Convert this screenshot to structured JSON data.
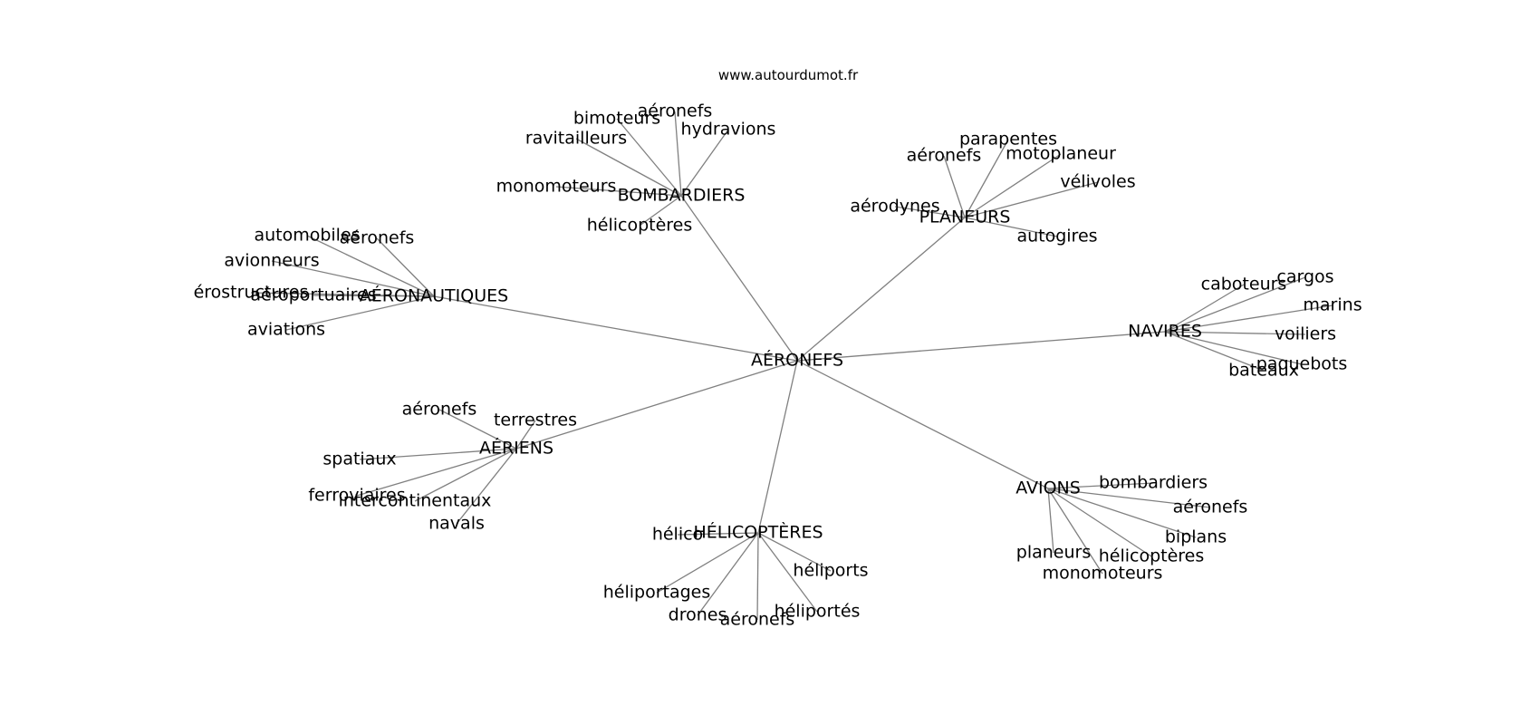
{
  "watermark": "www.autourdumot.fr",
  "colors": {
    "edge": "#808080",
    "text": "#000000",
    "background": "#ffffff"
  },
  "root": "AÉRONEFS",
  "groups": [
    {
      "id": "bombardiers",
      "label": "BOMBARDIERS",
      "leaves": [
        "aéronefs",
        "bimoteurs",
        "hydravions",
        "ravitailleurs",
        "monomoteurs",
        "hélicoptères"
      ]
    },
    {
      "id": "planeurs",
      "label": "PLANEURS",
      "leaves": [
        "parapentes",
        "aéronefs",
        "motoplaneur",
        "vélivoles",
        "aérodynes",
        "autogires"
      ]
    },
    {
      "id": "aeronautiques",
      "label": "AÉRONAUTIQUES",
      "leaves": [
        "automobiles",
        "aéronefs",
        "avionneurs",
        "érostructures",
        "aéroportuaires",
        "aviations"
      ]
    },
    {
      "id": "navires",
      "label": "NAVIRES",
      "leaves": [
        "caboteurs",
        "cargos",
        "marins",
        "voiliers",
        "paquebots",
        "bateaux"
      ]
    },
    {
      "id": "aeriens",
      "label": "AÉRIENS",
      "leaves": [
        "aéronefs",
        "terrestres",
        "spatiaux",
        "ferroviaires",
        "intercontinentaux",
        "navals"
      ]
    },
    {
      "id": "avions",
      "label": "AVIONS",
      "leaves": [
        "bombardiers",
        "aéronefs",
        "biplans",
        "hélicoptères",
        "monomoteurs",
        "planeurs"
      ]
    },
    {
      "id": "helicopteres",
      "label": "HÉLICOPTÈRES",
      "leaves": [
        "hélico",
        "héliports",
        "héliportés",
        "aéronefs",
        "drones",
        "héliportages"
      ]
    }
  ]
}
